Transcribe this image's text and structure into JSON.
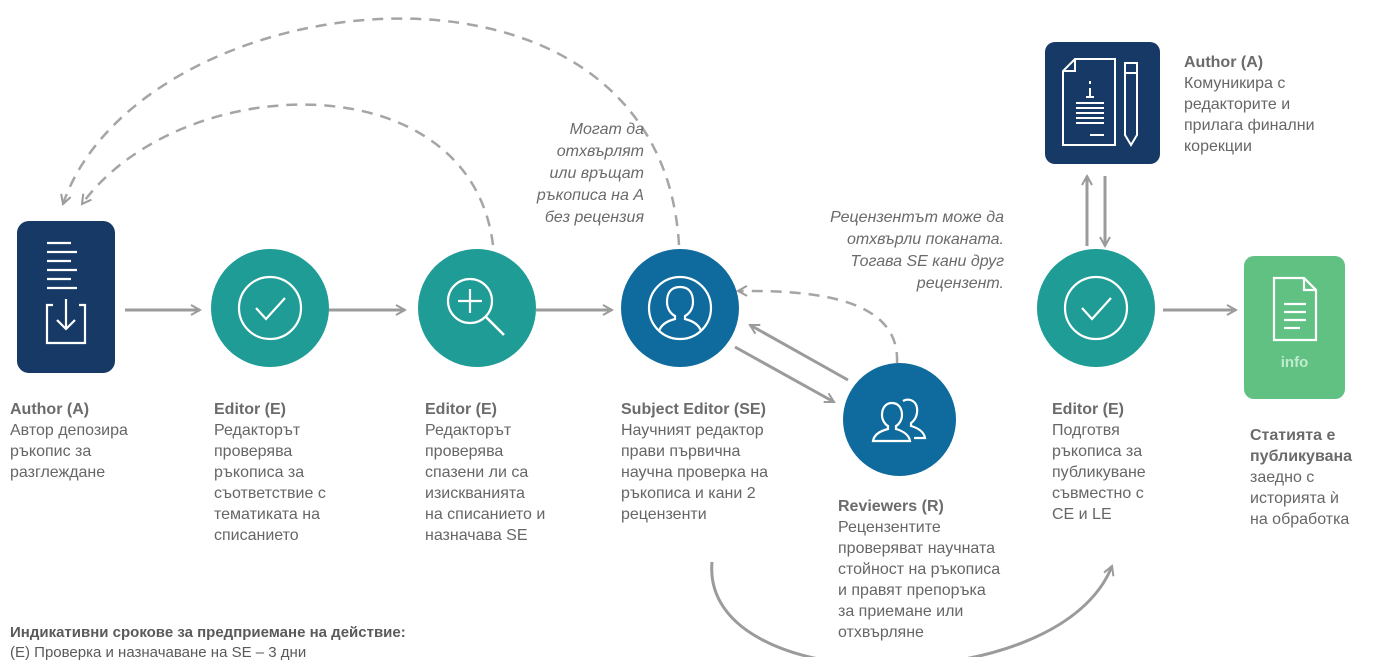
{
  "colors": {
    "navy": "#163965",
    "teal": "#1f9c96",
    "blue": "#0f6b9d",
    "green": "#61c183",
    "arrow": "#9b9b9b"
  },
  "nodes": {
    "author_deposit": {
      "icon": "document-download-icon"
    },
    "editor_check": {
      "icon": "checkmark-icon"
    },
    "editor_review": {
      "icon": "magnifier-plus-icon"
    },
    "subject_editor": {
      "icon": "person-icon"
    },
    "reviewers": {
      "icon": "people-icon"
    },
    "editor_prepare": {
      "icon": "checkmark-icon"
    },
    "author_final": {
      "icon": "document-pen-icon"
    },
    "published": {
      "icon": "document-lines-icon",
      "label": "info"
    }
  },
  "steps": {
    "author": {
      "title": "Author (A)",
      "lines": [
        "Автор депозира",
        "ръкопис за",
        "разглеждане"
      ]
    },
    "editor1": {
      "title": "Editor (E)",
      "lines": [
        "Редакторът",
        "проверява",
        "ръкописа за",
        "съответствие с",
        "тематиката на",
        "списанието"
      ]
    },
    "editor2": {
      "title": "Editor (E)",
      "lines": [
        "Редакторът",
        "проверява",
        "спазени ли са",
        "изискванията",
        "на списанието и",
        "назначава SE"
      ]
    },
    "subject_editor": {
      "title": "Subject Editor (SE)",
      "lines": [
        "Научният редактор",
        "прави първична",
        "научна проверка на",
        "ръкописа и кани 2",
        "рецензенти"
      ]
    },
    "reviewers": {
      "title": "Reviewers (R)",
      "lines": [
        "Рецензентите",
        "проверяват научната",
        "стойност на ръкописа",
        "и правят препоръка",
        "за приемане или",
        "отхвърляне"
      ]
    },
    "editor3": {
      "title": "Editor (E)",
      "lines": [
        "Подготвя",
        "ръкописа за",
        "публикуване",
        "съвместно с",
        "CE и LE"
      ]
    },
    "author_final": {
      "title": "Author (A)",
      "lines": [
        "Комуникира с",
        "редакторите и",
        "прилага финални",
        "корекции"
      ]
    },
    "published": {
      "title_lines": [
        "Статията е",
        "публикувана"
      ],
      "lines": [
        "заедно с",
        "историята ѝ",
        "на обработка"
      ]
    }
  },
  "notes": {
    "reject_return": [
      "Могат да",
      "отхвърлят",
      "или връщат",
      "ръкописа на А",
      "без рецензия"
    ],
    "reviewer_decline": [
      "Рецензентът може да",
      "отхвърли поканата.",
      "Тогава SE кани друг",
      "рецензент."
    ]
  },
  "legend": {
    "title": "Индикативни срокове за предприемане на действие:",
    "items": [
      "(E) Проверка и назначаване на SE – 3 дни"
    ]
  }
}
